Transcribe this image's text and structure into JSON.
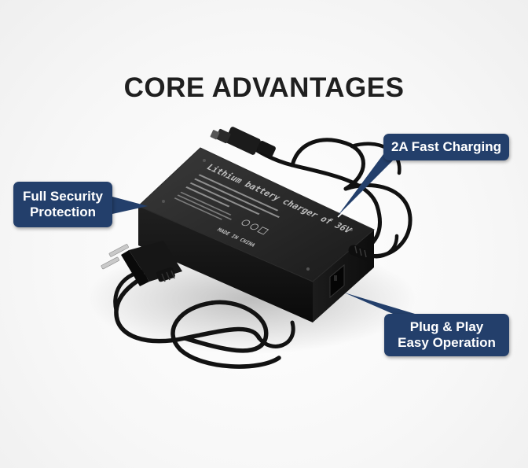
{
  "title": "CORE ADVANTAGES",
  "label_lines": [
    "Lithium battery charger of 36V",
    "MADE IN CHINA"
  ],
  "callouts": {
    "fast_charging": "2A Fast Charging",
    "security": {
      "line1": "Full Security",
      "line2": "Protection"
    },
    "plug_play": {
      "line1": "Plug & Play",
      "line2": "Easy Operation"
    }
  },
  "colors": {
    "callout_background": "#233f6b",
    "callout_text": "#ffffff",
    "title_text": "#1f1f1f",
    "device_body": "#141414"
  }
}
